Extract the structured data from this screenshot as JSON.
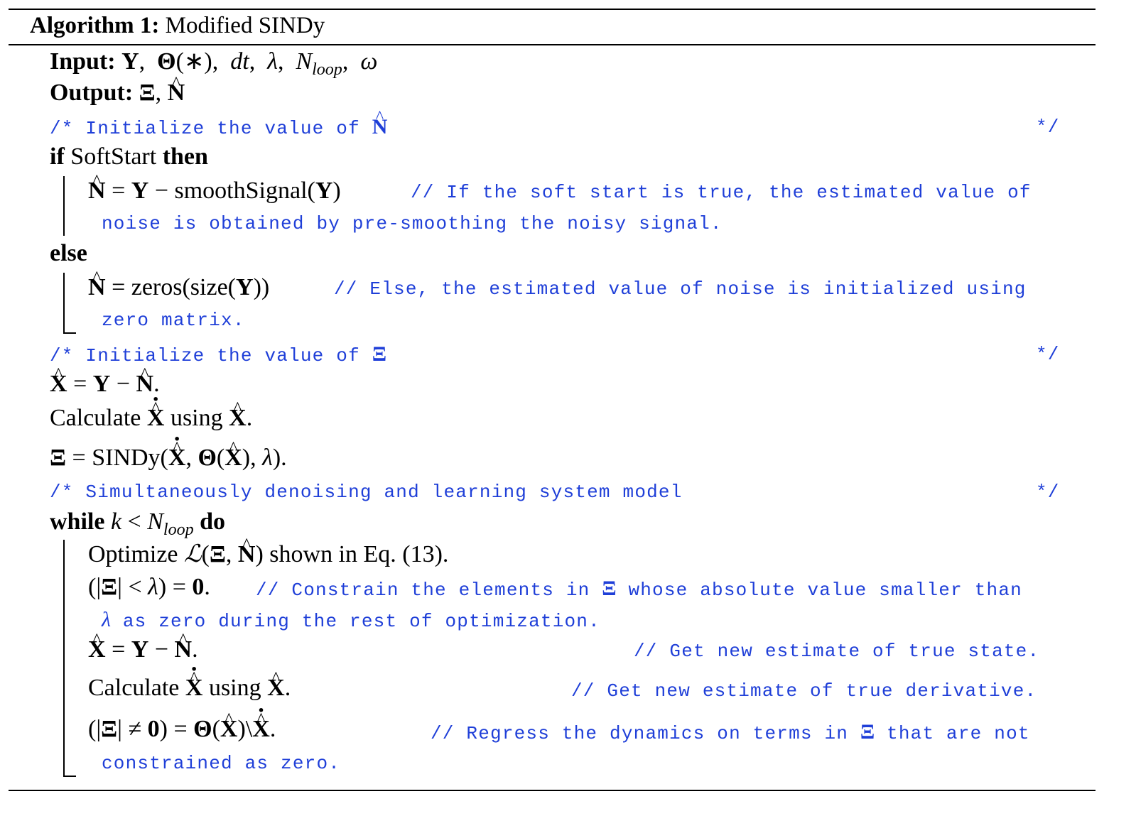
{
  "algorithm": {
    "title_label": "Algorithm 1:",
    "title_name": "Modified SINDy"
  },
  "lines": {
    "input_kw": "Input:",
    "output_kw": "Output:",
    "comment_init_N": "/* Initialize the value of",
    "comment_init_Xi": "/* Initialize the value of",
    "comment_simul": "/* Simultaneously denoising and learning system model",
    "comment_end": "*/",
    "if_kw": "if",
    "softstart": "SoftStart",
    "then_kw": "then",
    "smooth_fn": "smoothSignal",
    "comment_if_1": "// If the soft start is true, the estimated value of",
    "comment_if_2": "noise is obtained by pre-smoothing the noisy signal.",
    "else_kw": "else",
    "zeros_fn": "zeros(size(",
    "comment_else_1": "// Else, the estimated value of noise is initialized using",
    "comment_else_2": "zero matrix.",
    "calculate_1": "Calculate",
    "using_1": "using",
    "sindy_fn": "SINDy(",
    "while_kw": "while",
    "do_kw": "do",
    "optimize": "Optimize",
    "shown_in_eq": "shown in Eq. (13).",
    "comment_constrain_1": "// Constrain the elements in",
    "comment_constrain_1b": "whose absolute value smaller than",
    "comment_constrain_2": "as zero during the rest of optimization.",
    "comment_state": "// Get new estimate of true state.",
    "calculate_2": "Calculate",
    "using_2": "using",
    "comment_deriv": "// Get new estimate of true derivative.",
    "comment_regress_1": "// Regress the dynamics on terms in",
    "comment_regress_1b": "that are not",
    "comment_regress_2": "constrained as zero."
  }
}
